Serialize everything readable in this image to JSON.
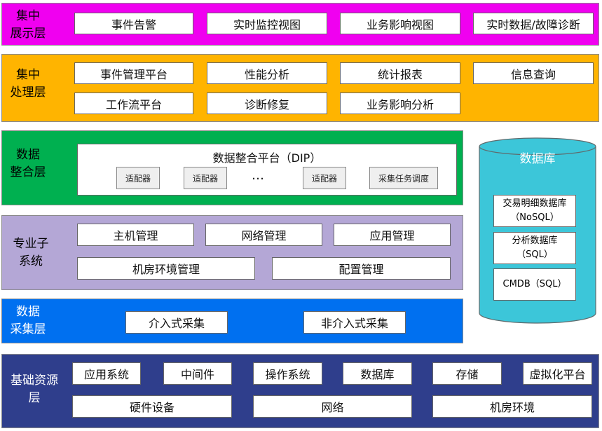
{
  "presentation": {
    "title_line1": "集中",
    "title_line2": "展示层",
    "items": [
      "事件告警",
      "实时监控视图",
      "业务影响视图",
      "实时数据/故障诊断"
    ]
  },
  "processing": {
    "title_line1": "集中",
    "title_line2": "处理层",
    "row1": [
      "事件管理平台",
      "性能分析",
      "统计报表",
      "信息查询"
    ],
    "row2": [
      "工作流平台",
      "诊断修复",
      "业务影响分析"
    ]
  },
  "integration": {
    "title_line1": "数据",
    "title_line2": "整合层",
    "dip_title": "数据整合平台（DIP）",
    "adapters": [
      "适配器",
      "适配器",
      "适配器"
    ],
    "ellipsis": "…",
    "scheduler": "采集任务调度"
  },
  "subsystems": {
    "title_line1": "专业子",
    "title_line2": "系统",
    "row1": [
      "主机管理",
      "网络管理",
      "应用管理"
    ],
    "row2": [
      "机房环境管理",
      "配置管理"
    ]
  },
  "collection": {
    "title_line1": "数据",
    "title_line2": "采集层",
    "items": [
      "介入式采集",
      "非介入式采集"
    ]
  },
  "infrastructure": {
    "title_line1": "基础资源",
    "title_line2": "层",
    "row1": [
      "应用系统",
      "中间件",
      "操作系统",
      "数据库",
      "存储",
      "虚拟化平台"
    ],
    "row2": [
      "硬件设备",
      "网络",
      "机房环境"
    ]
  },
  "database": {
    "title": "数据库",
    "boxes": [
      {
        "line1": "交易明细数据库",
        "line2": "（NoSQL）"
      },
      {
        "line1": "分析数据库",
        "line2": "（SQL）"
      },
      {
        "line1": "CMDB（SQL）",
        "line2": ""
      }
    ]
  },
  "colors": {
    "presentation": "#f000f0",
    "processing": "#ffb400",
    "integration": "#00b050",
    "subsystems": "#b4a7d6",
    "collection": "#0070f0",
    "infrastructure": "#2f3e8c",
    "database": "#3cc6d9"
  }
}
